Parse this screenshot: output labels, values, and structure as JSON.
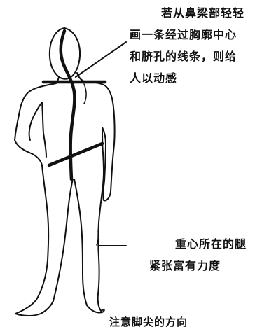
{
  "annotations": {
    "top": [
      "若从鼻梁部轻轻",
      "画一条经过胸廓中心",
      "和脐孔的线条，则给",
      "人以动感"
    ],
    "middle": [
      "重心所在的腿",
      "紧张富有力度"
    ],
    "bottom": "注意脚尖的方向"
  },
  "style": {
    "ink": "#111111",
    "background": "#ffffff"
  }
}
